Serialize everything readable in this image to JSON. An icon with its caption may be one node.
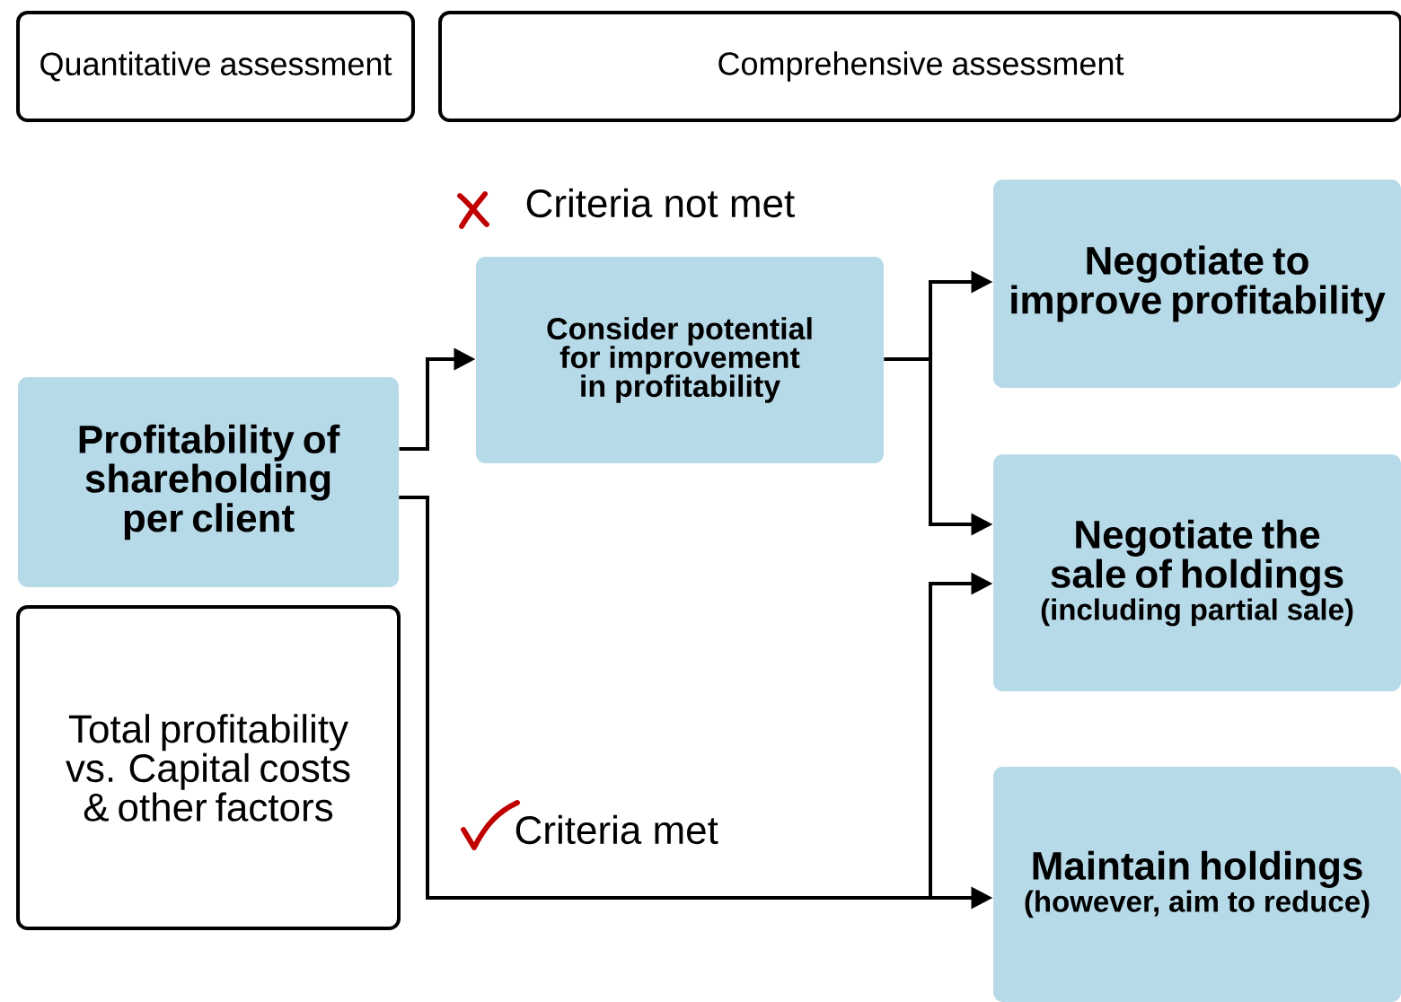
{
  "diagram": {
    "nodes": [
      {
        "text": [
          "Quantitative assessment"
        ]
      },
      {
        "text": [
          "Comprehensive assessment"
        ]
      },
      {
        "text": [
          "Profitability of shareholding per client"
        ]
      },
      {
        "text": [
          "Total profitability vs. Capital costs & other factors"
        ]
      },
      {
        "text": [
          "Consider potential for improvement in profitability"
        ]
      },
      {
        "text": [
          "Negotiate to improve profitability"
        ]
      },
      {
        "text": [
          "Negotiate the sale of holdings",
          "(including partial sale)"
        ]
      },
      {
        "text": [
          "Maintain holdings",
          "(however, aim to reduce)"
        ]
      }
    ],
    "edges": [
      {
        "from": 2,
        "to": 4,
        "arrow": "to"
      },
      {
        "from": 4,
        "to": 5,
        "arrow": "to"
      },
      {
        "from": 4,
        "to": 6,
        "arrow": "to"
      },
      {
        "from": 2,
        "to": 6,
        "arrow": "to"
      },
      {
        "from": 2,
        "to": 7,
        "arrow": "to"
      }
    ],
    "labels": [
      "Criteria not met",
      "Criteria met"
    ]
  }
}
